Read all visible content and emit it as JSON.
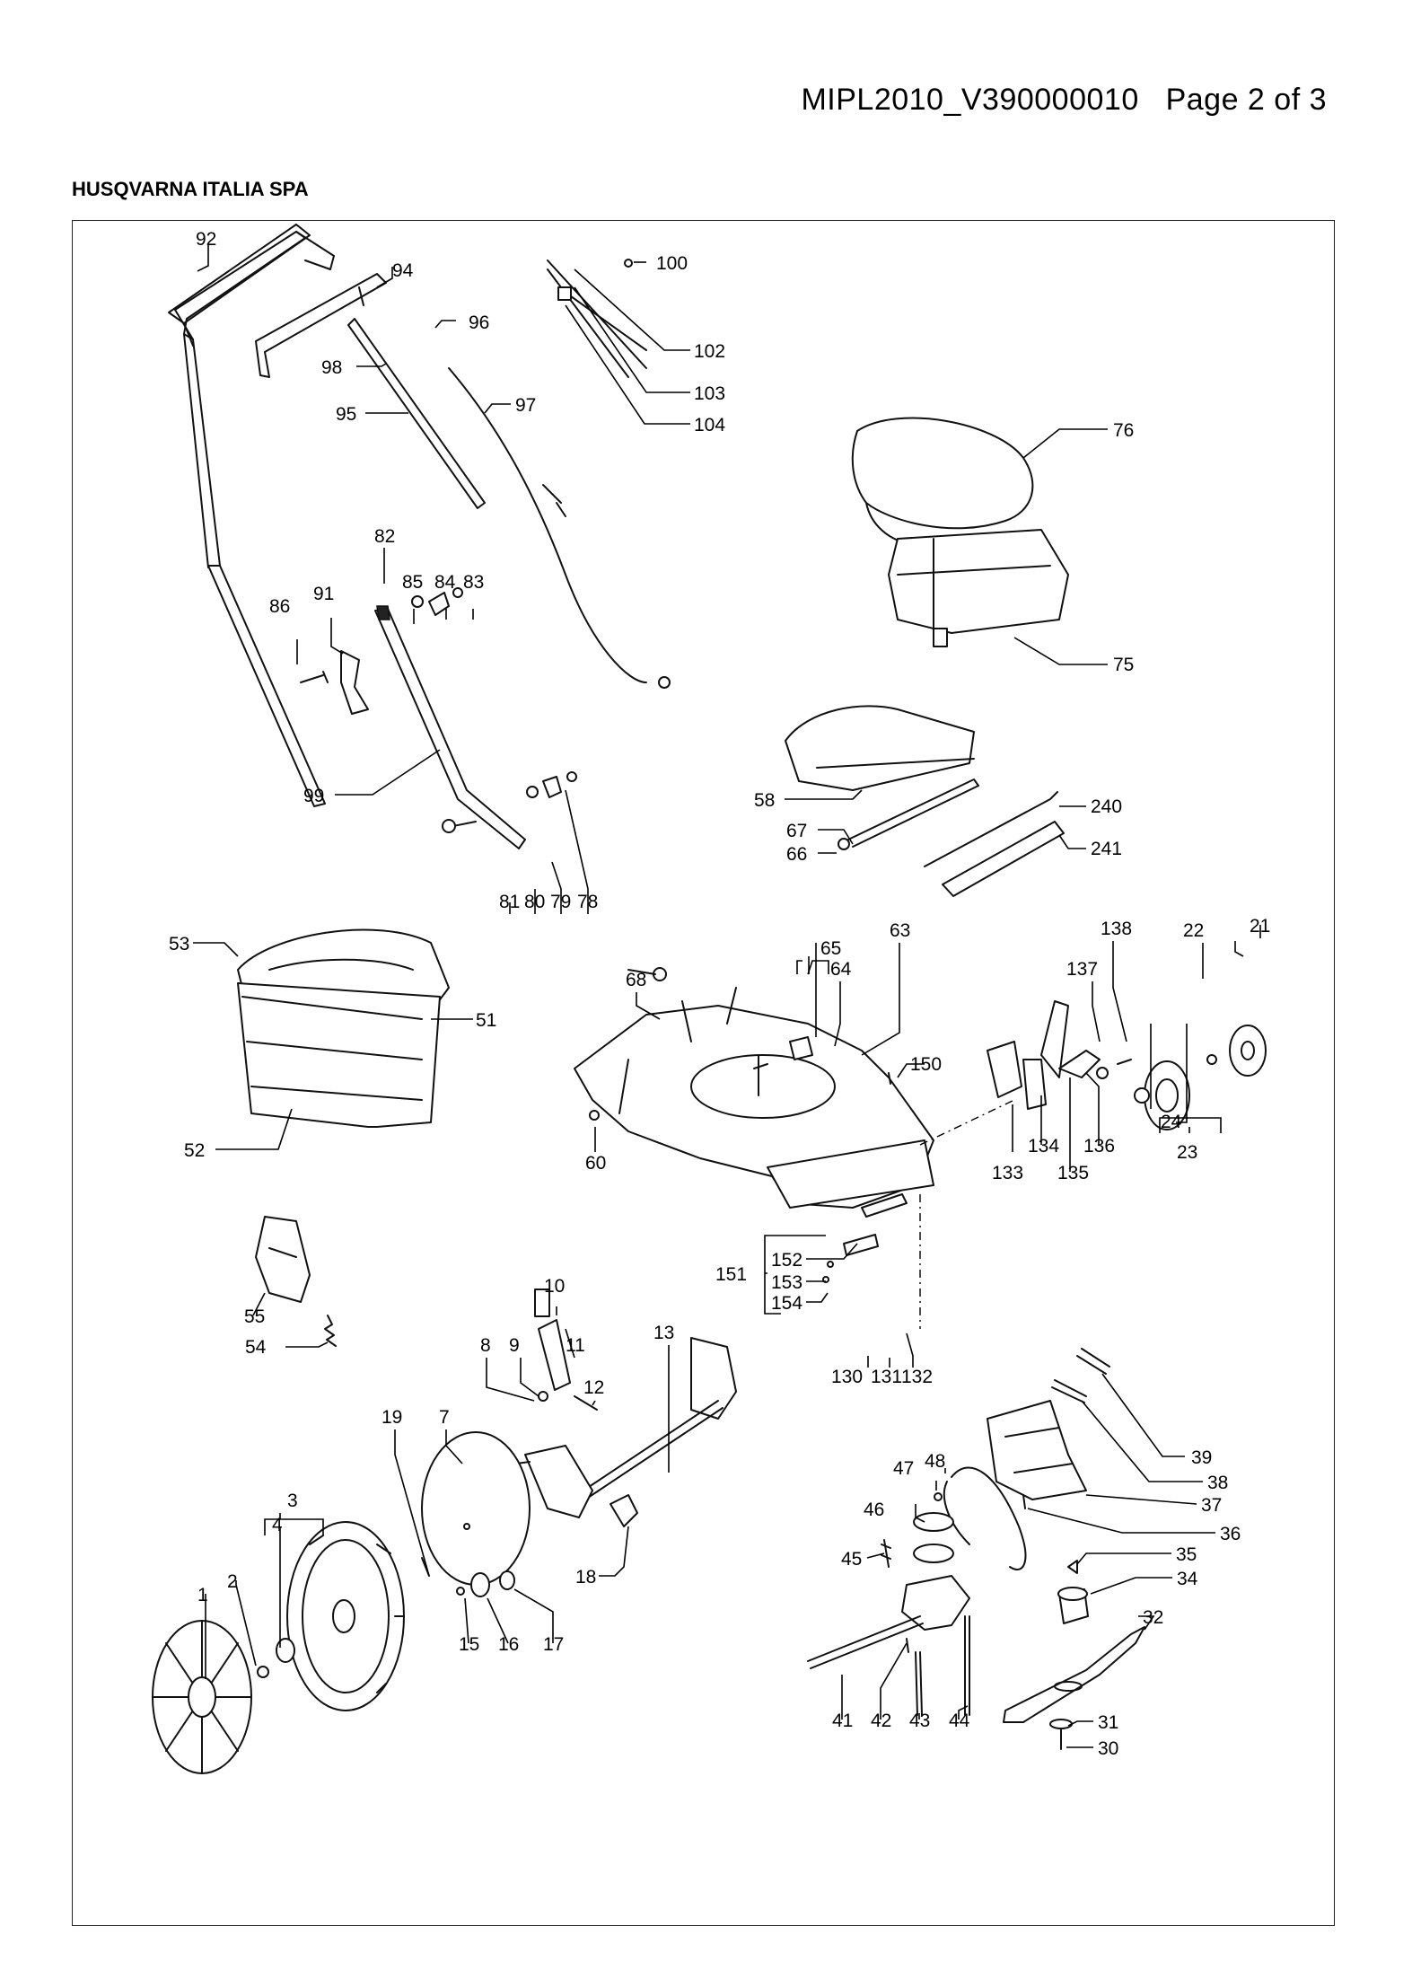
{
  "header": {
    "doc_id": "MIPL2010_V390000010",
    "page": "Page 2 of 3",
    "company": "HUSQVARNA ITALIA SPA"
  },
  "part_numbers": [
    "92",
    "94",
    "96",
    "100",
    "102",
    "103",
    "104",
    "98",
    "95",
    "97",
    "76",
    "82",
    "85",
    "84",
    "83",
    "86",
    "91",
    "75",
    "99",
    "58",
    "67",
    "66",
    "240",
    "241",
    "81",
    "80",
    "79",
    "78",
    "21",
    "53",
    "51",
    "68",
    "65",
    "63",
    "138",
    "22",
    "64",
    "137",
    "150",
    "52",
    "60",
    "24",
    "133",
    "134",
    "135",
    "136",
    "23",
    "10",
    "151",
    "152",
    "153",
    "154",
    "8",
    "9",
    "11",
    "13",
    "130",
    "131",
    "132",
    "12",
    "19",
    "7",
    "39",
    "47",
    "48",
    "38",
    "46",
    "37",
    "3",
    "4",
    "36",
    "35",
    "45",
    "34",
    "1",
    "2",
    "18",
    "32",
    "15",
    "16",
    "17",
    "41",
    "42",
    "43",
    "44",
    "31",
    "30",
    "55",
    "54"
  ]
}
